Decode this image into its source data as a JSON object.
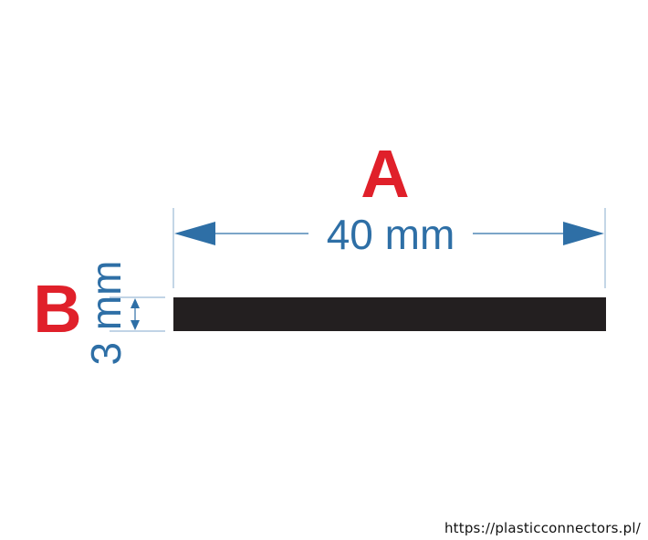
{
  "diagram": {
    "label_length": "A",
    "label_thickness": "B",
    "length_dimension": "40 mm",
    "thickness_dimension": "3 mm"
  },
  "footer": {
    "url": "https://plasticconnectors.pl/"
  },
  "colors": {
    "label": "#e0202a",
    "dimension": "#2e6fa6",
    "bar": "#231f20",
    "extension_line": "#9cbad6"
  }
}
